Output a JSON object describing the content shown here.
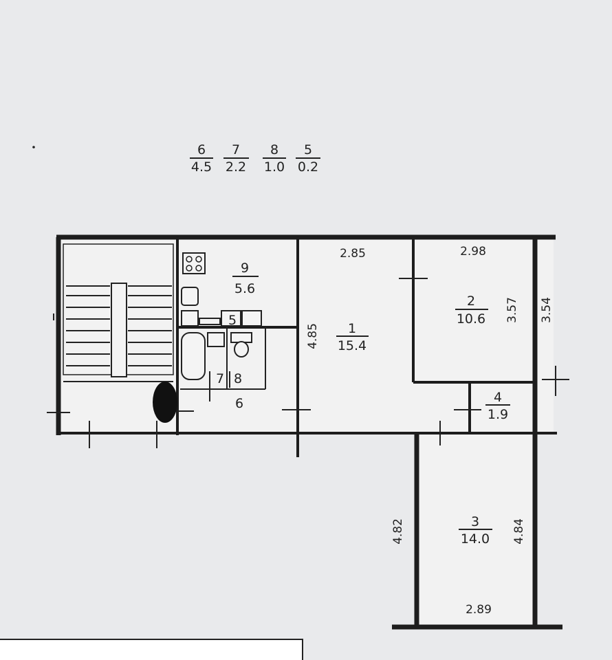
{
  "legend": [
    {
      "room": "6",
      "area": "4.5"
    },
    {
      "room": "7",
      "area": "2.2"
    },
    {
      "room": "8",
      "area": "1.0"
    },
    {
      "room": "5",
      "area": "0.2"
    }
  ],
  "rooms": {
    "r1": {
      "num": "1",
      "area": "15.4"
    },
    "r2": {
      "num": "2",
      "area": "10.6"
    },
    "r3": {
      "num": "3",
      "area": "14.0"
    },
    "r4": {
      "num": "4",
      "area": "1.9"
    },
    "r9": {
      "num": "9",
      "area": "5.6"
    },
    "r7": {
      "num": "7"
    },
    "r8": {
      "num": "8"
    },
    "r6": {
      "num": "6"
    },
    "r5": {
      "num": "5"
    }
  },
  "dims": {
    "d285": "2.85",
    "d298": "2.98",
    "d357": "3.57",
    "d354": "3.54",
    "d485": "4.85",
    "d482": "4.82",
    "d484": "4.84",
    "d289": "2.89"
  },
  "colors": {
    "paper": "#e9eaec",
    "ink": "#1d1d1d"
  }
}
